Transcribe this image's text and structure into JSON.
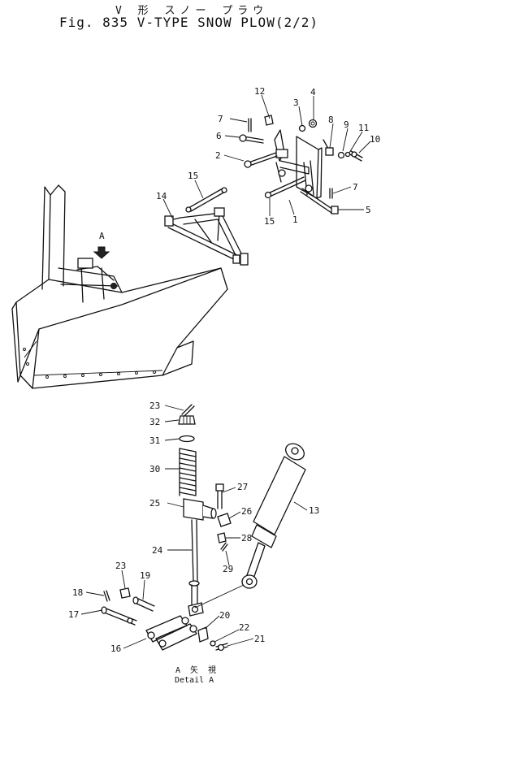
{
  "figure": {
    "title_jp": "V 形 スノー プラウ",
    "title": "Fig. 835  V-TYPE SNOW PLOW(2/2)"
  },
  "view_marker": {
    "arrow_label": "A"
  },
  "detail": {
    "caption_jp": "A 矢 視",
    "caption": "Detail A"
  },
  "parts": [
    {
      "num": "12"
    },
    {
      "num": "3"
    },
    {
      "num": "4"
    },
    {
      "num": "7"
    },
    {
      "num": "8"
    },
    {
      "num": "9"
    },
    {
      "num": "11"
    },
    {
      "num": "6"
    },
    {
      "num": "10"
    },
    {
      "num": "2"
    },
    {
      "num": "15"
    },
    {
      "num": "14"
    },
    {
      "num": "7"
    },
    {
      "num": "5"
    },
    {
      "num": "15"
    },
    {
      "num": "1"
    },
    {
      "num": "23"
    },
    {
      "num": "32"
    },
    {
      "num": "31"
    },
    {
      "num": "30"
    },
    {
      "num": "27"
    },
    {
      "num": "25"
    },
    {
      "num": "26"
    },
    {
      "num": "13"
    },
    {
      "num": "28"
    },
    {
      "num": "24"
    },
    {
      "num": "29"
    },
    {
      "num": "23"
    },
    {
      "num": "19"
    },
    {
      "num": "18"
    },
    {
      "num": "17"
    },
    {
      "num": "20"
    },
    {
      "num": "22"
    },
    {
      "num": "21"
    },
    {
      "num": "16"
    }
  ]
}
